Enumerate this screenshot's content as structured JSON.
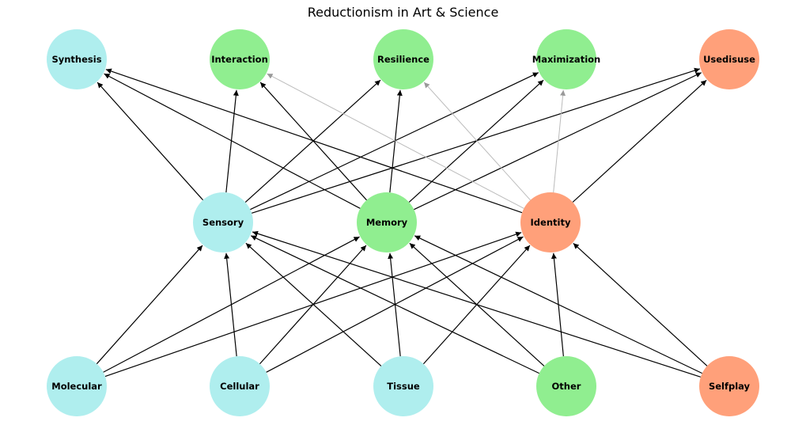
{
  "title": "Reductionism in Art & Science",
  "colors": {
    "cyan": "#AFEEEE",
    "green": "#90EE90",
    "salmon": "#FFA07A",
    "edge": "#000000",
    "faint_edge": "#BBBBBB"
  },
  "nodes": [
    {
      "id": "synthesis",
      "label": "Synthesis",
      "color": "cyan"
    },
    {
      "id": "interaction",
      "label": "Interaction",
      "color": "green"
    },
    {
      "id": "resilience",
      "label": "Resilience",
      "color": "green"
    },
    {
      "id": "maximization",
      "label": "Maximization",
      "color": "green"
    },
    {
      "id": "usedisuse",
      "label": "Usedisuse",
      "color": "salmon"
    },
    {
      "id": "sensory",
      "label": "Sensory",
      "color": "cyan"
    },
    {
      "id": "memory",
      "label": "Memory",
      "color": "green"
    },
    {
      "id": "identity",
      "label": "Identity",
      "color": "salmon"
    },
    {
      "id": "molecular",
      "label": "Molecular",
      "color": "cyan"
    },
    {
      "id": "cellular",
      "label": "Cellular",
      "color": "cyan"
    },
    {
      "id": "tissue",
      "label": "Tissue",
      "color": "cyan"
    },
    {
      "id": "other",
      "label": "Other",
      "color": "green"
    },
    {
      "id": "selfplay",
      "label": "Selfplay",
      "color": "salmon"
    }
  ],
  "edges": [
    {
      "from": "molecular",
      "to": "sensory"
    },
    {
      "from": "molecular",
      "to": "memory"
    },
    {
      "from": "molecular",
      "to": "identity"
    },
    {
      "from": "cellular",
      "to": "sensory"
    },
    {
      "from": "cellular",
      "to": "memory"
    },
    {
      "from": "cellular",
      "to": "identity"
    },
    {
      "from": "tissue",
      "to": "sensory"
    },
    {
      "from": "tissue",
      "to": "memory"
    },
    {
      "from": "tissue",
      "to": "identity"
    },
    {
      "from": "other",
      "to": "sensory"
    },
    {
      "from": "other",
      "to": "memory"
    },
    {
      "from": "other",
      "to": "identity"
    },
    {
      "from": "selfplay",
      "to": "sensory"
    },
    {
      "from": "selfplay",
      "to": "memory"
    },
    {
      "from": "selfplay",
      "to": "identity"
    },
    {
      "from": "sensory",
      "to": "synthesis"
    },
    {
      "from": "sensory",
      "to": "interaction"
    },
    {
      "from": "sensory",
      "to": "resilience"
    },
    {
      "from": "sensory",
      "to": "maximization"
    },
    {
      "from": "sensory",
      "to": "usedisuse"
    },
    {
      "from": "memory",
      "to": "synthesis"
    },
    {
      "from": "memory",
      "to": "interaction"
    },
    {
      "from": "memory",
      "to": "resilience"
    },
    {
      "from": "memory",
      "to": "maximization"
    },
    {
      "from": "memory",
      "to": "usedisuse"
    },
    {
      "from": "identity",
      "to": "synthesis"
    },
    {
      "from": "identity",
      "to": "interaction",
      "faint": true
    },
    {
      "from": "identity",
      "to": "resilience",
      "faint": true
    },
    {
      "from": "identity",
      "to": "maximization",
      "faint": true
    },
    {
      "from": "identity",
      "to": "usedisuse"
    }
  ]
}
